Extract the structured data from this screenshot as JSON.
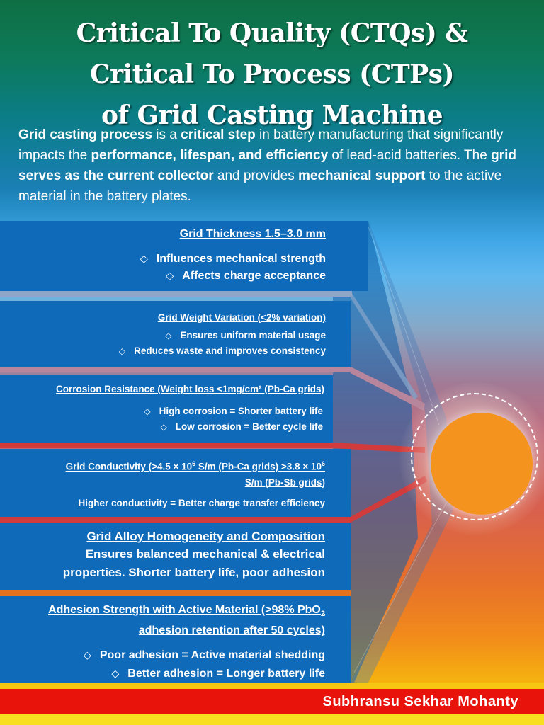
{
  "title": {
    "line1": "Critical To Quality (CTQs) &",
    "line2": "Critical To Process (CTPs)",
    "line3": "of Grid Casting Machine"
  },
  "intro": {
    "p1": "Grid casting process",
    "p2": " is a ",
    "p3": "critical step",
    "p4": " in battery manufacturing that significantly impacts the ",
    "p5": "performance, lifespan, and efficiency",
    "p6": " of lead-acid batteries. The ",
    "p7": "grid serves as the current collector",
    "p8": " and provides ",
    "p9": "mechanical support",
    "p10": " to the active material in the battery plates."
  },
  "panels": [
    {
      "heading": "Grid Thickness 1.5–3.0 mm",
      "bullets": [
        "Influences mechanical strength",
        "Affects charge acceptance"
      ]
    },
    {
      "heading": "Grid Weight Variation  (<2% variation)",
      "bullets": [
        "Ensures uniform material usage",
        "Reduces waste and improves consistency"
      ]
    },
    {
      "heading": "Corrosion Resistance  (Weight loss <1mg/cm² (Pb-Ca grids)",
      "bullets": [
        "High corrosion = Shorter battery life",
        "Low corrosion = Better cycle life"
      ]
    },
    {
      "heading_a": "Grid Conductivity  (>4.5 × 10",
      "heading_sup1": "6",
      "heading_b": " S/m (Pb-Ca grids) >3.8 × 10",
      "heading_sup2": "6",
      "heading_line2": "S/m (Pb-Sb grids)",
      "body": "Higher conductivity = Better charge transfer efficiency"
    },
    {
      "heading": "Grid Alloy Homogeneity and Composition",
      "body_line1": "Ensures balanced mechanical & electrical",
      "body_line2": "properties. Shorter battery life, poor adhesion"
    },
    {
      "heading_a": "Adhesion Strength with Active Material (>98% PbO",
      "heading_sub": "2",
      "heading_line2": "adhesion retention after 50 cycles)",
      "bullets": [
        "Poor adhesion = Active material shedding",
        "Better adhesion = Longer battery life"
      ]
    }
  ],
  "author": "Subhransu Sekhar Mohanty",
  "colors": {
    "panel": "#0f6ab9",
    "sun": "#f5931f",
    "footer_red": "#e8140c",
    "footer_yellow": "#f7c612"
  }
}
